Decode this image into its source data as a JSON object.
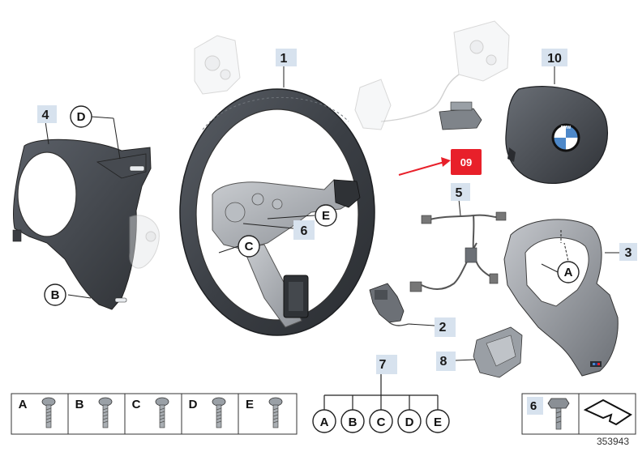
{
  "parts": [
    {
      "id": "part-1",
      "label": "1"
    },
    {
      "id": "part-2",
      "label": "2"
    },
    {
      "id": "part-3",
      "label": "3"
    },
    {
      "id": "part-4",
      "label": "4"
    },
    {
      "id": "part-5",
      "label": "5"
    },
    {
      "id": "part-6",
      "label": "6"
    },
    {
      "id": "part-7",
      "label": "7"
    },
    {
      "id": "part-8",
      "label": "8"
    },
    {
      "id": "part-10",
      "label": "10"
    }
  ],
  "callout": {
    "label": "09",
    "color": "#e8202a"
  },
  "screw_callouts": [
    "A",
    "B",
    "C",
    "D",
    "E"
  ],
  "legend_screws": [
    "A",
    "B",
    "C",
    "D",
    "E"
  ],
  "kit7_items": [
    "A",
    "B",
    "C",
    "D",
    "E"
  ],
  "part6_box_label": "6",
  "diagram_number": "353943",
  "label_bg": "#d7e2ee",
  "logo_letters": "BMW"
}
